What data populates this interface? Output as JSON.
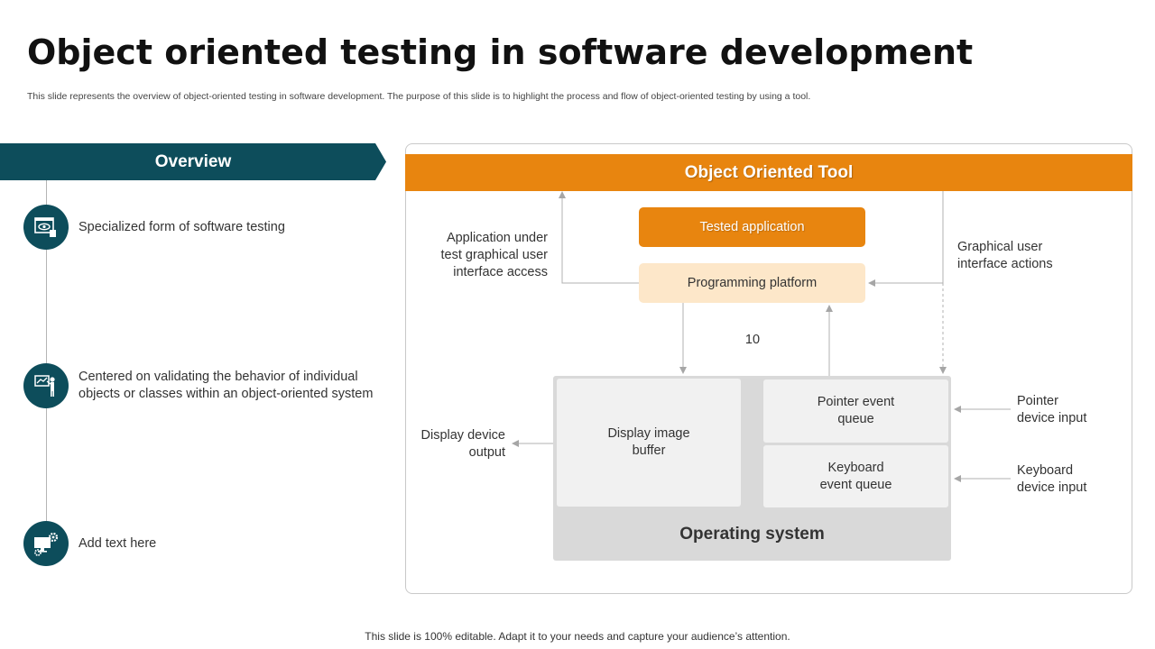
{
  "slide": {
    "title": "Object oriented testing in software development",
    "subtitle": "This slide represents the overview of object-oriented testing in software development. The purpose of this slide is to highlight the process and flow of object-oriented testing by using a tool.",
    "footer": "This slide is 100% editable. Adapt it to your needs and capture your audience’s attention."
  },
  "overview": {
    "heading": "Overview",
    "items": [
      {
        "icon": "eye-document-icon",
        "text": "Specialized form of software testing"
      },
      {
        "icon": "presenter-board-icon",
        "text": "Centered on validating the behavior of individual objects or classes within an object-oriented system"
      },
      {
        "icon": "computer-gear-icon",
        "text": "Add text here"
      }
    ]
  },
  "tool": {
    "heading": "Object Oriented Tool",
    "tested_application": "Tested application",
    "programming_platform": "Programming platform",
    "gui_access": "Application under test graphical user interface access",
    "gui_actions": "Graphical user interface actions",
    "number": "10",
    "display_buffer": "Display image buffer",
    "pointer_queue": "Pointer event queue",
    "keyboard_queue": "Keyboard event queue",
    "operating_system": "Operating system",
    "display_output": "Display device output",
    "pointer_input": "Pointer device input",
    "keyboard_input": "Keyboard device input"
  },
  "colors": {
    "teal": "#0d4d5b",
    "orange": "#e8850f",
    "light_orange": "#fde7c9",
    "gray": "#d9d9d9",
    "light_gray": "#f1f1f1"
  }
}
